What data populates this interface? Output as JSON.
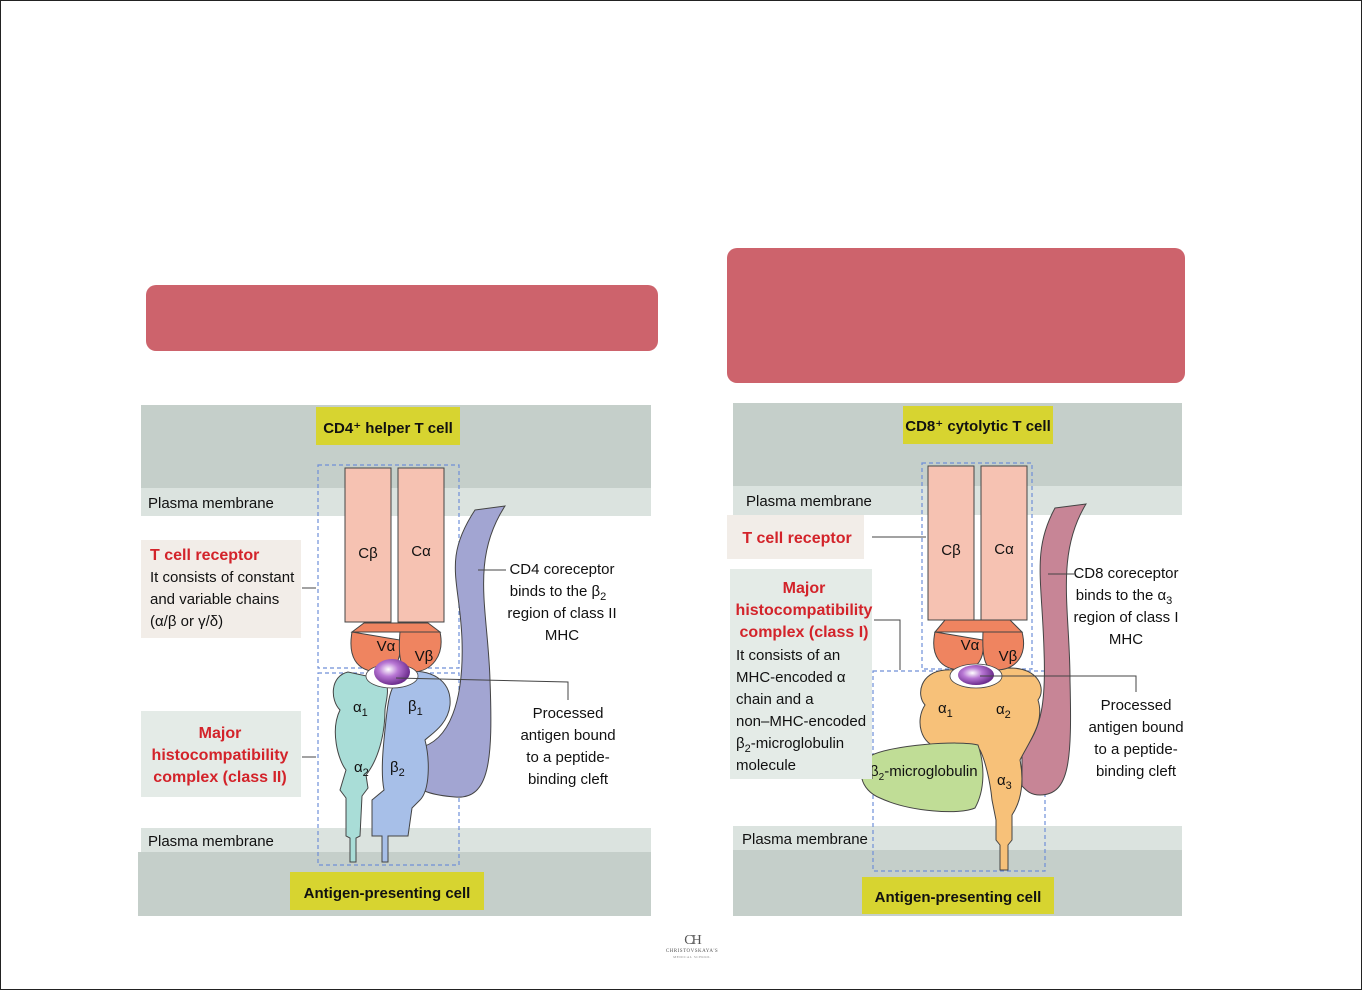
{
  "left_panel": {
    "cell_title": "CD4⁺ helper T cell",
    "membrane_top": "Plasma membrane",
    "membrane_bottom": "Plasma membrane",
    "apc_label": "Antigen-presenting cell",
    "tcr_heading": "T cell receptor",
    "tcr_desc": [
      "It consists of constant",
      "and variable chains",
      "(α/β or γ/δ)"
    ],
    "mhc_heading": [
      "Major",
      "histocompatibility",
      "complex (class II)"
    ],
    "domains": {
      "cb": "Cβ",
      "ca": "Cα",
      "va": "Vα",
      "vb": "Vβ",
      "a1": "α",
      "a1_sub": "1",
      "b1": "β",
      "b1_sub": "1",
      "a2": "α",
      "a2_sub": "2",
      "b2": "β",
      "b2_sub": "2"
    },
    "coreceptor": [
      "CD4 coreceptor",
      "binds to the β",
      "2",
      "region of class II",
      "MHC"
    ],
    "antigen": [
      "Processed",
      "antigen bound",
      "to a peptide-",
      "binding cleft"
    ]
  },
  "right_panel": {
    "cell_title": "CD8⁺ cytolytic T cell",
    "membrane_top": "Plasma membrane",
    "membrane_bottom": "Plasma membrane",
    "apc_label": "Antigen-presenting cell",
    "tcr_heading": "T cell receptor",
    "mhc_heading": [
      "Major",
      "histocompatibility",
      "complex (class I)"
    ],
    "mhc_desc": [
      "It consists of an",
      "MHC-encoded α",
      "chain and a",
      "non–MHC-encoded",
      "β",
      "2",
      "-microglobulin",
      "molecule"
    ],
    "domains": {
      "cb": "Cβ",
      "ca": "Cα",
      "va": "Vα",
      "vb": "Vβ",
      "a1": "α",
      "a1_sub": "1",
      "a2": "α",
      "a2_sub": "2",
      "a3": "α",
      "a3_sub": "3",
      "b2m": "β",
      "b2m_sub": "2",
      "b2m_rest": "-microglobulin"
    },
    "coreceptor": [
      "CD8 coreceptor",
      "binds to the α",
      "3",
      "region of class I",
      "MHC"
    ],
    "antigen": [
      "Processed",
      "antigen bound",
      "to a peptide-",
      "binding cleft"
    ]
  },
  "footer_logo": {
    "monogram": "CH",
    "brand": "CHRISTOVSKAYA'S",
    "sub": "MEDICAL SCHOOL"
  },
  "colors": {
    "banner": "#cd636c",
    "membrane": "#c5cfca",
    "label_bg": "#d7d430",
    "tcr_const": "#f6c2b2",
    "tcr_var": "#ef8460",
    "cd4": "#a2a5d2",
    "cd8": "#c78596",
    "mhc2_alpha": "#a9ddd7",
    "mhc2_beta": "#a7bfe8",
    "mhc1": "#f7c179",
    "b2m": "#c0dd96",
    "antigen": "#a459c2"
  }
}
